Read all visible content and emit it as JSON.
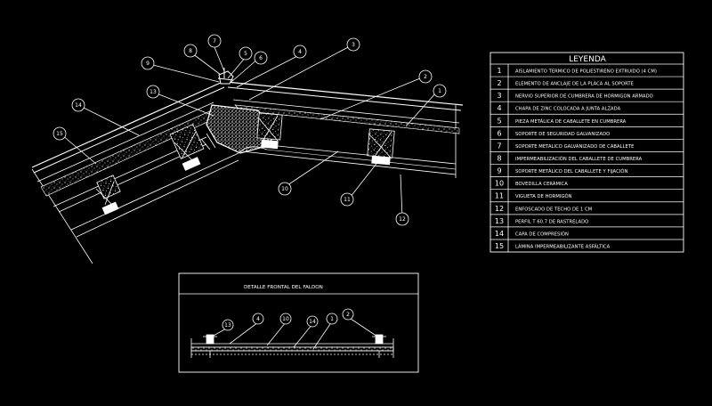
{
  "legend": {
    "title": "LEYENDA",
    "items": [
      {
        "num": "1",
        "text": "AISLAMIENTO TERMICO DE POLIESTIRENO EXTRUIDO (4 CM)"
      },
      {
        "num": "2",
        "text": "ELEMENTO DE ANCLAJE DE LA PLACA AL SOPORTE"
      },
      {
        "num": "3",
        "text": "NERVIO SUPERIOR DE CUMBRERA DE HORMIGON ARMADO"
      },
      {
        "num": "4",
        "text": "CHAPA DE ZINC COLOCADA A JUNTA ALZADA"
      },
      {
        "num": "5",
        "text": "PIEZA METÁLICA DE CABALLETE EN CUMBRERA"
      },
      {
        "num": "6",
        "text": "SOPORTE DE SEGURIDAD GALVANIZADO"
      },
      {
        "num": "7",
        "text": "SOPORTE METALICO GALVANIZADO DE CABALLETE"
      },
      {
        "num": "8",
        "text": "IMPERMEABILIZACIÓN DEL CABALLETE DE CUMBRERA"
      },
      {
        "num": "9",
        "text": "SOPORTE METÁLICO DEL CABALLETE Y FIJACIÓN"
      },
      {
        "num": "10",
        "text": "BOVEDILLA CERÁMICA"
      },
      {
        "num": "11",
        "text": "VIGUETA DE HORMIGÓN"
      },
      {
        "num": "12",
        "text": "ENFOSCADO DE TECHO DE 1 CM"
      },
      {
        "num": "13",
        "text": "PERFIL T 60.7 DE RASTRELADO"
      },
      {
        "num": "14",
        "text": "CAPA DE COMPRESIÓN"
      },
      {
        "num": "15",
        "text": "LÁMINA IMPERMEABILIZANTE ASFÁLTICA"
      }
    ]
  },
  "section_callouts": [
    "7",
    "8",
    "5",
    "6",
    "9",
    "4",
    "3",
    "13",
    "14",
    "15",
    "2",
    "1",
    "10",
    "11",
    "12"
  ],
  "detail": {
    "title": "DETALLE FRONTAL DEL FALDON",
    "callouts": [
      "13",
      "4",
      "10",
      "14",
      "1",
      "2"
    ]
  },
  "colors": {
    "background": "#000000",
    "line": "#ffffff",
    "callout": "#ffffff"
  }
}
